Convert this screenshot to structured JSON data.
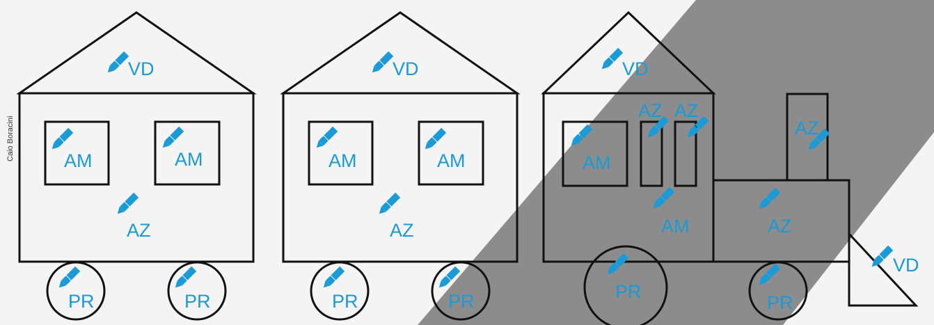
{
  "credit": "Caio Boracini",
  "colors": {
    "label": "#1a9ad6",
    "outline": "#111111",
    "paper": "#f4f4f4",
    "overlay": "#8c8c8c"
  },
  "icon": "pencil-icon",
  "labels": {
    "vd": "VD",
    "am": "AM",
    "az": "AZ",
    "pr": "PR"
  }
}
